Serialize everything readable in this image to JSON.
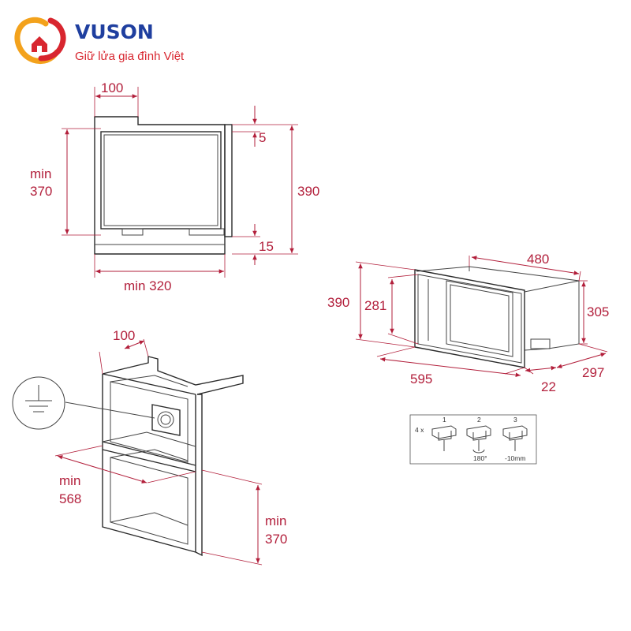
{
  "brand": {
    "name": "VUSON",
    "tagline": "Giữ lửa gia đình Việt",
    "colors": {
      "blue": "#1f3f9f",
      "red": "#d8262f",
      "orange": "#f3a21c"
    }
  },
  "colors": {
    "dimension": "#b21f3b",
    "outline": "#2a2a2a"
  },
  "side_view": {
    "top_offset": "100",
    "min_height_word": "min",
    "min_height_value": "370",
    "total_height": "390",
    "top_gap": "5",
    "bottom_gap": "15",
    "min_depth": "min 320"
  },
  "product_view": {
    "height": "390",
    "door_height": "281",
    "depth": "480",
    "body_height": "305",
    "width": "595",
    "frame_depth": "22",
    "body_depth": "297"
  },
  "cabinet_view": {
    "top_offset": "100",
    "min_width_word": "min",
    "min_width_value": "568",
    "min_height_word": "min",
    "min_height_value": "370",
    "socket_icon": "ground-symbol-icon"
  },
  "install_steps": {
    "multiplier": "4 x",
    "steps": [
      {
        "number": "1",
        "caption": ""
      },
      {
        "number": "2",
        "caption": "180°"
      },
      {
        "number": "3",
        "caption": "-10mm"
      }
    ]
  }
}
